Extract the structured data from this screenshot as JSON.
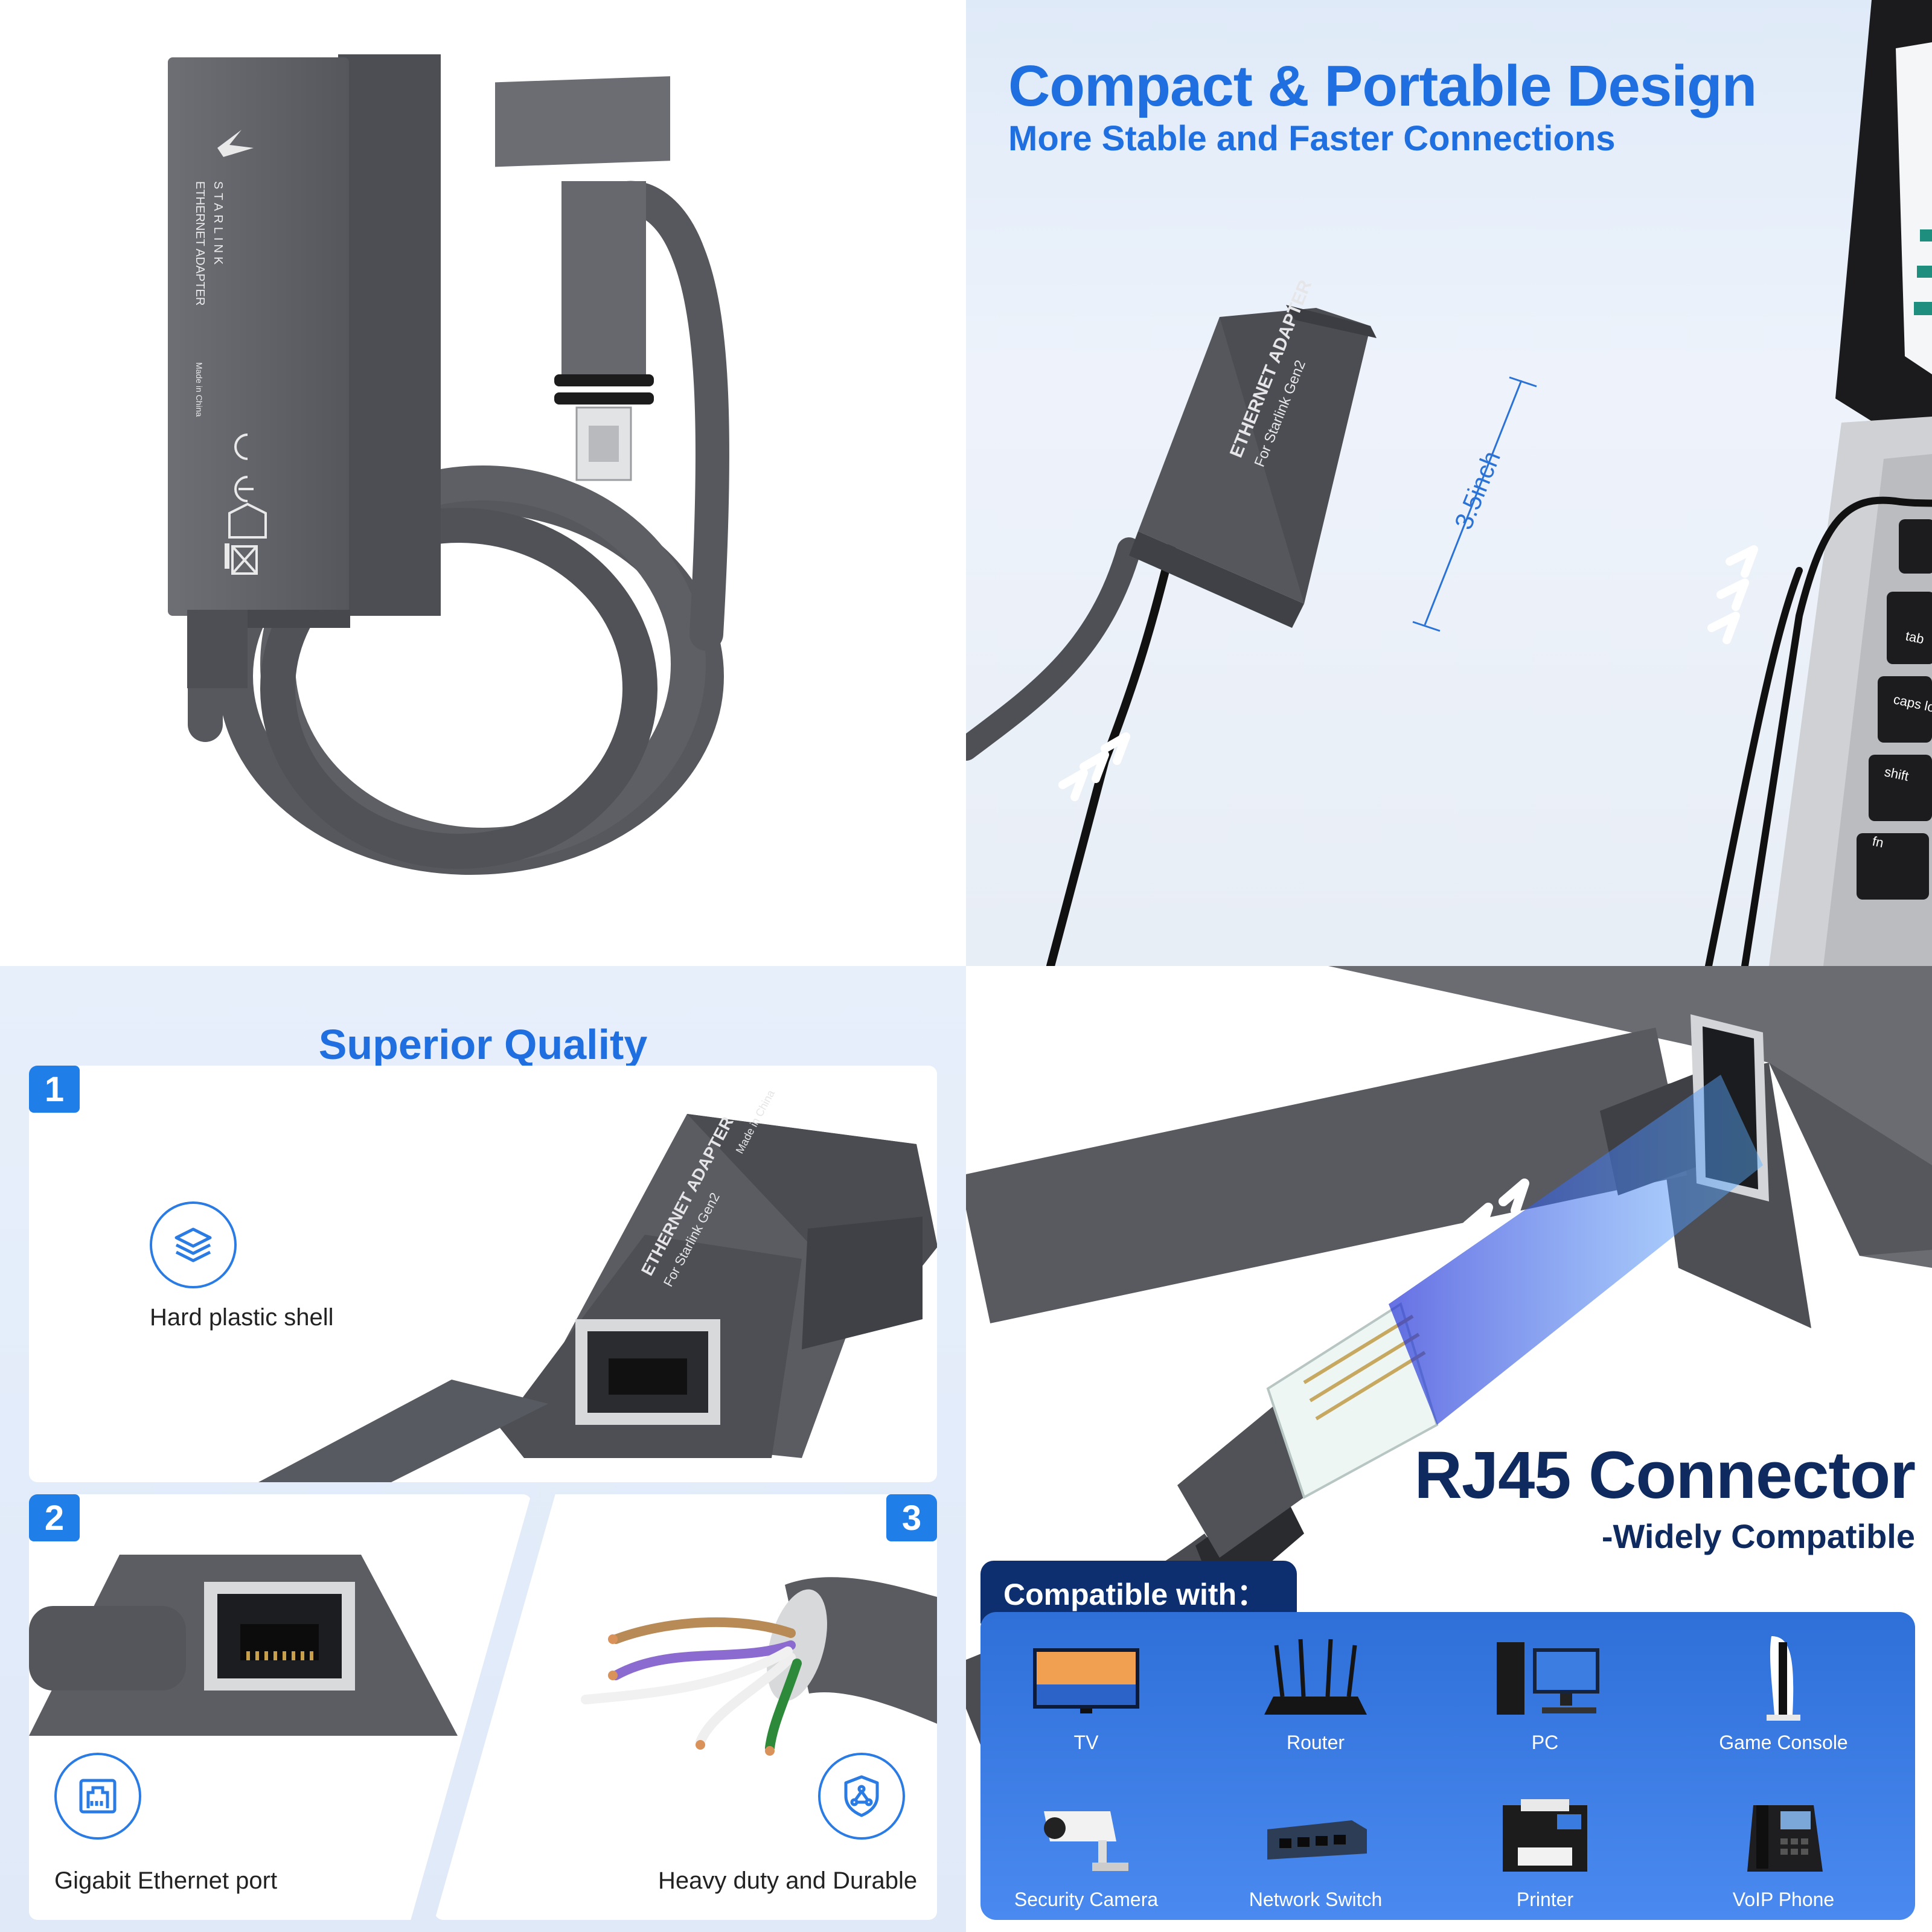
{
  "adapter_markings": {
    "brand": "STARLINK",
    "product": "ETHERNET ADAPTER",
    "for_model": "For Starlink Gen2",
    "origin": "Made in China"
  },
  "portable": {
    "title": "Compact & Portable Design",
    "subtitle": "More Stable and Faster Connections",
    "dimension": "3.5inch",
    "keyboard_keys": [
      "tab",
      "caps lock",
      "shift",
      "fn"
    ]
  },
  "quality": {
    "title": "Superior Quality",
    "features": [
      {
        "num": "1",
        "label": "Hard plastic shell",
        "icon": "layers-icon"
      },
      {
        "num": "2",
        "label": "Gigabit Ethernet port",
        "icon": "ethernet-port-icon"
      },
      {
        "num": "3",
        "label": "Heavy duty and Durable",
        "icon": "shield-icon"
      }
    ]
  },
  "connector": {
    "title": "RJ45 Connector",
    "subtitle": "-Widely Compatible",
    "compat_heading": "Compatible with：",
    "devices": [
      {
        "label": "TV",
        "icon": "tv-icon"
      },
      {
        "label": "Router",
        "icon": "router-icon"
      },
      {
        "label": "PC",
        "icon": "pc-icon"
      },
      {
        "label": "Game Console",
        "icon": "game-console-icon"
      },
      {
        "label": "Security Camera",
        "icon": "security-camera-icon"
      },
      {
        "label": "Network Switch",
        "icon": "network-switch-icon"
      },
      {
        "label": "Printer",
        "icon": "printer-icon"
      },
      {
        "label": "VoIP Phone",
        "icon": "voip-phone-icon"
      }
    ]
  },
  "colors": {
    "accent_blue": "#1f6fe0",
    "navy": "#0f2a5e",
    "adapter_gray": "#5f6167",
    "badge_blue": "#1f7ee8"
  }
}
